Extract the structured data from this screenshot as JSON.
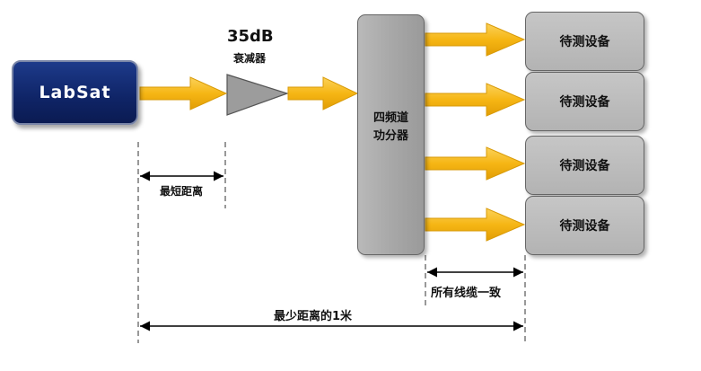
{
  "colors": {
    "arrow": "#f6b614",
    "arrow_edge": "#d89a07",
    "attenuator": "#9a9a9a",
    "labsat_bg": "#12297a"
  },
  "labsat": {
    "label": "LabSat"
  },
  "attenuator": {
    "value": "35dB",
    "name": "衰减器"
  },
  "splitter": {
    "label": "四频道\n功分器"
  },
  "duts": [
    {
      "label": "待测设备"
    },
    {
      "label": "待测设备"
    },
    {
      "label": "待测设备"
    },
    {
      "label": "待测设备"
    }
  ],
  "dimensions": {
    "min_distance": "最短距离",
    "cables_same": "所有线缆一致",
    "min_distance_1m": "最少距离的1米"
  },
  "icons": {
    "signal_arrow": "block-arrow-right-icon",
    "attenuator": "triangle-amplifier-icon",
    "dimension": "double-headed-arrow-icon"
  }
}
